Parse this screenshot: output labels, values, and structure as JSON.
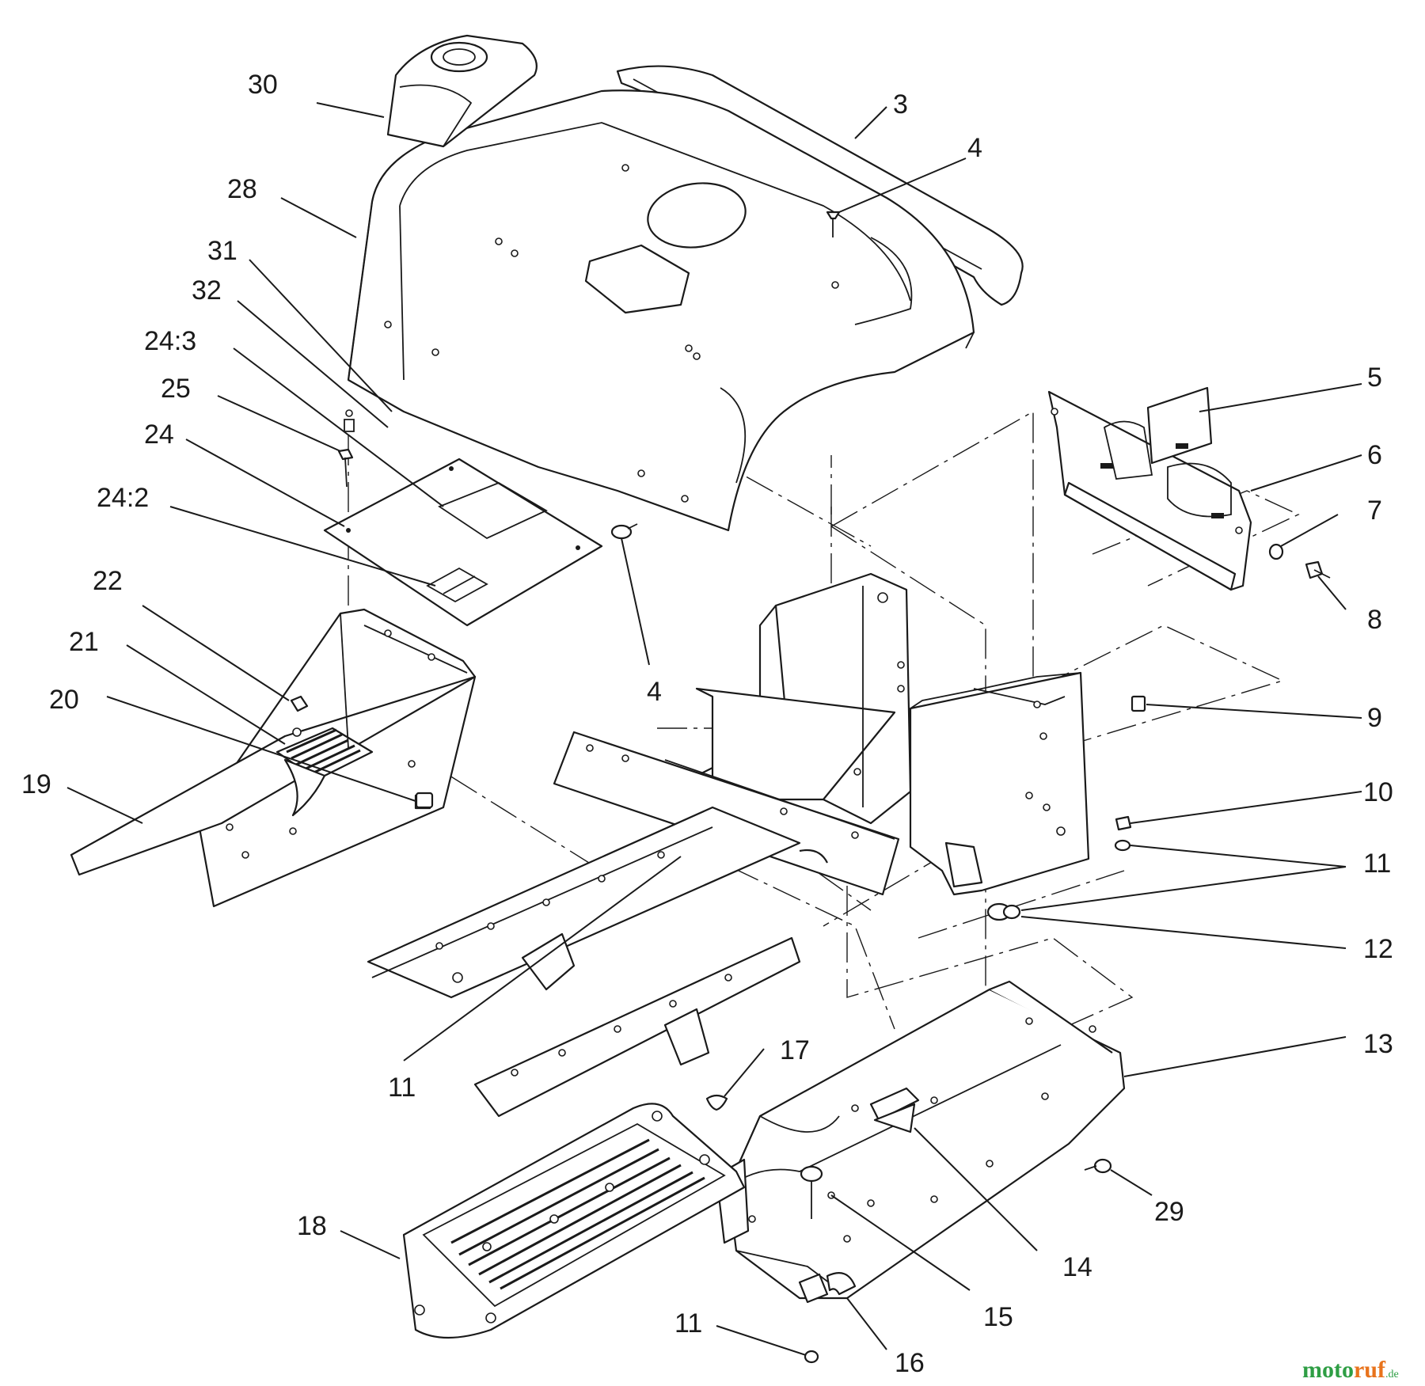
{
  "diagram": {
    "callouts": [
      {
        "id": "c30",
        "label": "30"
      },
      {
        "id": "c28",
        "label": "28"
      },
      {
        "id": "c31",
        "label": "31"
      },
      {
        "id": "c32",
        "label": "32"
      },
      {
        "id": "c24_3",
        "label": "24:3"
      },
      {
        "id": "c25",
        "label": "25"
      },
      {
        "id": "c24",
        "label": "24"
      },
      {
        "id": "c24_2",
        "label": "24:2"
      },
      {
        "id": "c22",
        "label": "22"
      },
      {
        "id": "c21",
        "label": "21"
      },
      {
        "id": "c20",
        "label": "20"
      },
      {
        "id": "c19",
        "label": "19"
      },
      {
        "id": "c3",
        "label": "3"
      },
      {
        "id": "c4a",
        "label": "4"
      },
      {
        "id": "c4b",
        "label": "4"
      },
      {
        "id": "c5",
        "label": "5"
      },
      {
        "id": "c6",
        "label": "6"
      },
      {
        "id": "c7",
        "label": "7"
      },
      {
        "id": "c8",
        "label": "8"
      },
      {
        "id": "c9",
        "label": "9"
      },
      {
        "id": "c10",
        "label": "10"
      },
      {
        "id": "c11a",
        "label": "11"
      },
      {
        "id": "c12",
        "label": "12"
      },
      {
        "id": "c11b",
        "label": "11"
      },
      {
        "id": "c13",
        "label": "13"
      },
      {
        "id": "c17",
        "label": "17"
      },
      {
        "id": "c29",
        "label": "29"
      },
      {
        "id": "c18",
        "label": "18"
      },
      {
        "id": "c14",
        "label": "14"
      },
      {
        "id": "c15",
        "label": "15"
      },
      {
        "id": "c11c",
        "label": "11"
      },
      {
        "id": "c16",
        "label": "16"
      }
    ]
  },
  "watermark": {
    "part1": "moto",
    "part2": "ruf",
    "suffix": ".de"
  }
}
